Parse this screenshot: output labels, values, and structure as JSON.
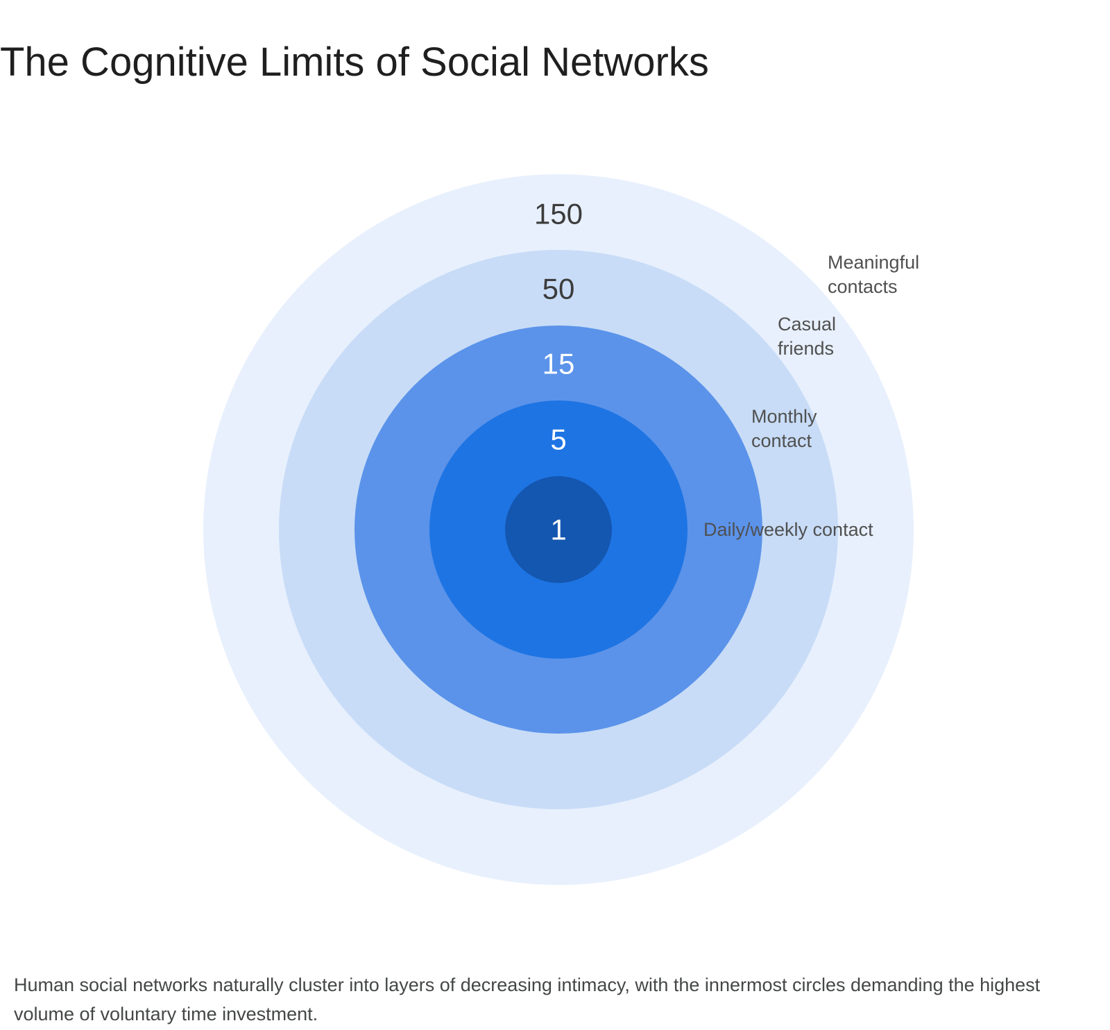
{
  "title": "The Cognitive Limits of Social Networks",
  "caption": "Human social networks naturally cluster into layers of decreasing intimacy, with the innermost circles demanding the highest volume of voluntary time investment.",
  "diagram": {
    "type": "concentric-circles",
    "layers": [
      {
        "count": "150",
        "description": [
          "Meaningful",
          "contacts"
        ],
        "fill": "#e8f0fd",
        "text_color": "#3c3c3c"
      },
      {
        "count": "50",
        "description": [
          "Casual",
          "friends"
        ],
        "fill": "#c8dcf7",
        "text_color": "#3c3c3c"
      },
      {
        "count": "15",
        "description": [
          "Monthly",
          "contact"
        ],
        "fill": "#5b93ea",
        "text_color": "#ffffff"
      },
      {
        "count": "5",
        "description": [],
        "fill": "#1e74e3",
        "text_color": "#ffffff"
      },
      {
        "count": "1",
        "description": [
          "Daily/weekly contact"
        ],
        "fill": "#1457b0",
        "text_color": "#ffffff"
      }
    ]
  }
}
